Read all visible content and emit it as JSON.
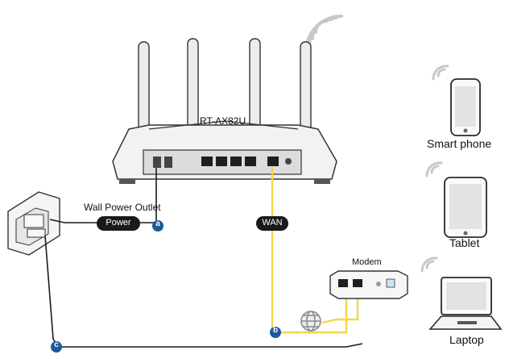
{
  "router": {
    "model": "RT-AX82U"
  },
  "labels": {
    "wall_power_outlet": "Wall Power Outlet",
    "power": "Power",
    "wan": "WAN",
    "modem": "Modem",
    "smart_phone": "Smart phone",
    "tablet": "Tablet",
    "laptop": "Laptop"
  },
  "markers": {
    "a": "a",
    "b": "b",
    "c": "c"
  },
  "colors": {
    "ethernet_cable": "#f2d64a",
    "power_cable": "#1a1a1a",
    "marker_fill": "#1d5a9a",
    "tag_fill": "#1a1a1a",
    "device_outline": "#2a2a2a",
    "screen_fill": "#e3e3e3",
    "wifi_waves": "#c8c8c8"
  },
  "icons": {
    "globe": "globe-icon",
    "wifi": "wifi-waves-icon"
  }
}
